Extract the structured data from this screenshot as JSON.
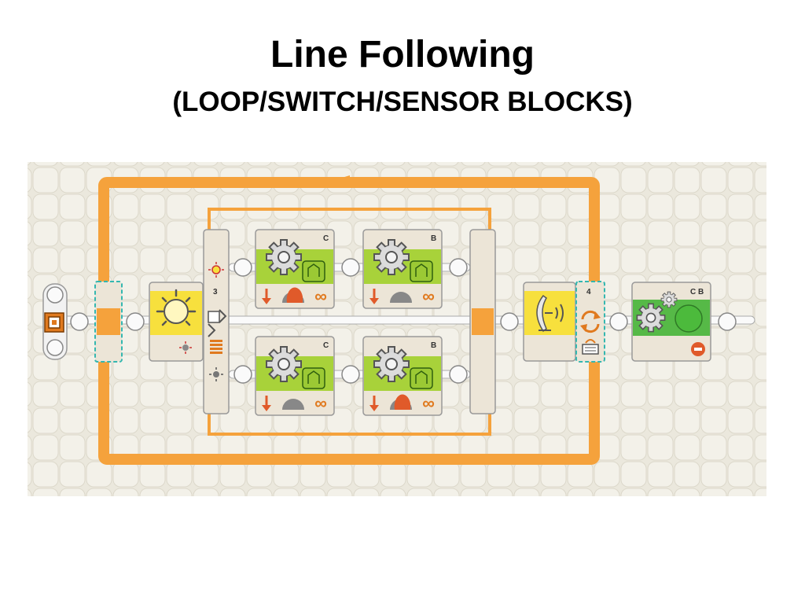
{
  "title": "Line Following",
  "subtitle": "(LOOP/SWITCH/SENSOR BLOCKS)",
  "colors": {
    "beam": "#f5a23c",
    "canvas_bg": "#ebe8dd",
    "block_bg": "#ece5d7",
    "motor_green": "#a8d23a",
    "sensor_yellow": "#f7e03d",
    "stop_green": "#56b947"
  },
  "program": {
    "switch": {
      "port": "3",
      "icons": [
        "light-bright-icon",
        "switch-selector-icon",
        "flat-view-icon",
        "light-dark-icon"
      ]
    },
    "motors": [
      {
        "port": "C",
        "row": "top",
        "power_icon": "power-high-icon",
        "duration": "∞"
      },
      {
        "port": "B",
        "row": "top",
        "power_icon": "power-low-icon",
        "duration": "∞"
      },
      {
        "port": "C",
        "row": "bottom",
        "power_icon": "power-low-icon",
        "duration": "∞"
      },
      {
        "port": "B",
        "row": "bottom",
        "power_icon": "power-high-icon",
        "duration": "∞"
      }
    ],
    "loop_end": {
      "port": "4",
      "icons": [
        "loop-icon",
        "ultrasonic-condition-icon"
      ]
    },
    "stop_block": {
      "ports": "C B",
      "icon": "stop-icon"
    }
  }
}
